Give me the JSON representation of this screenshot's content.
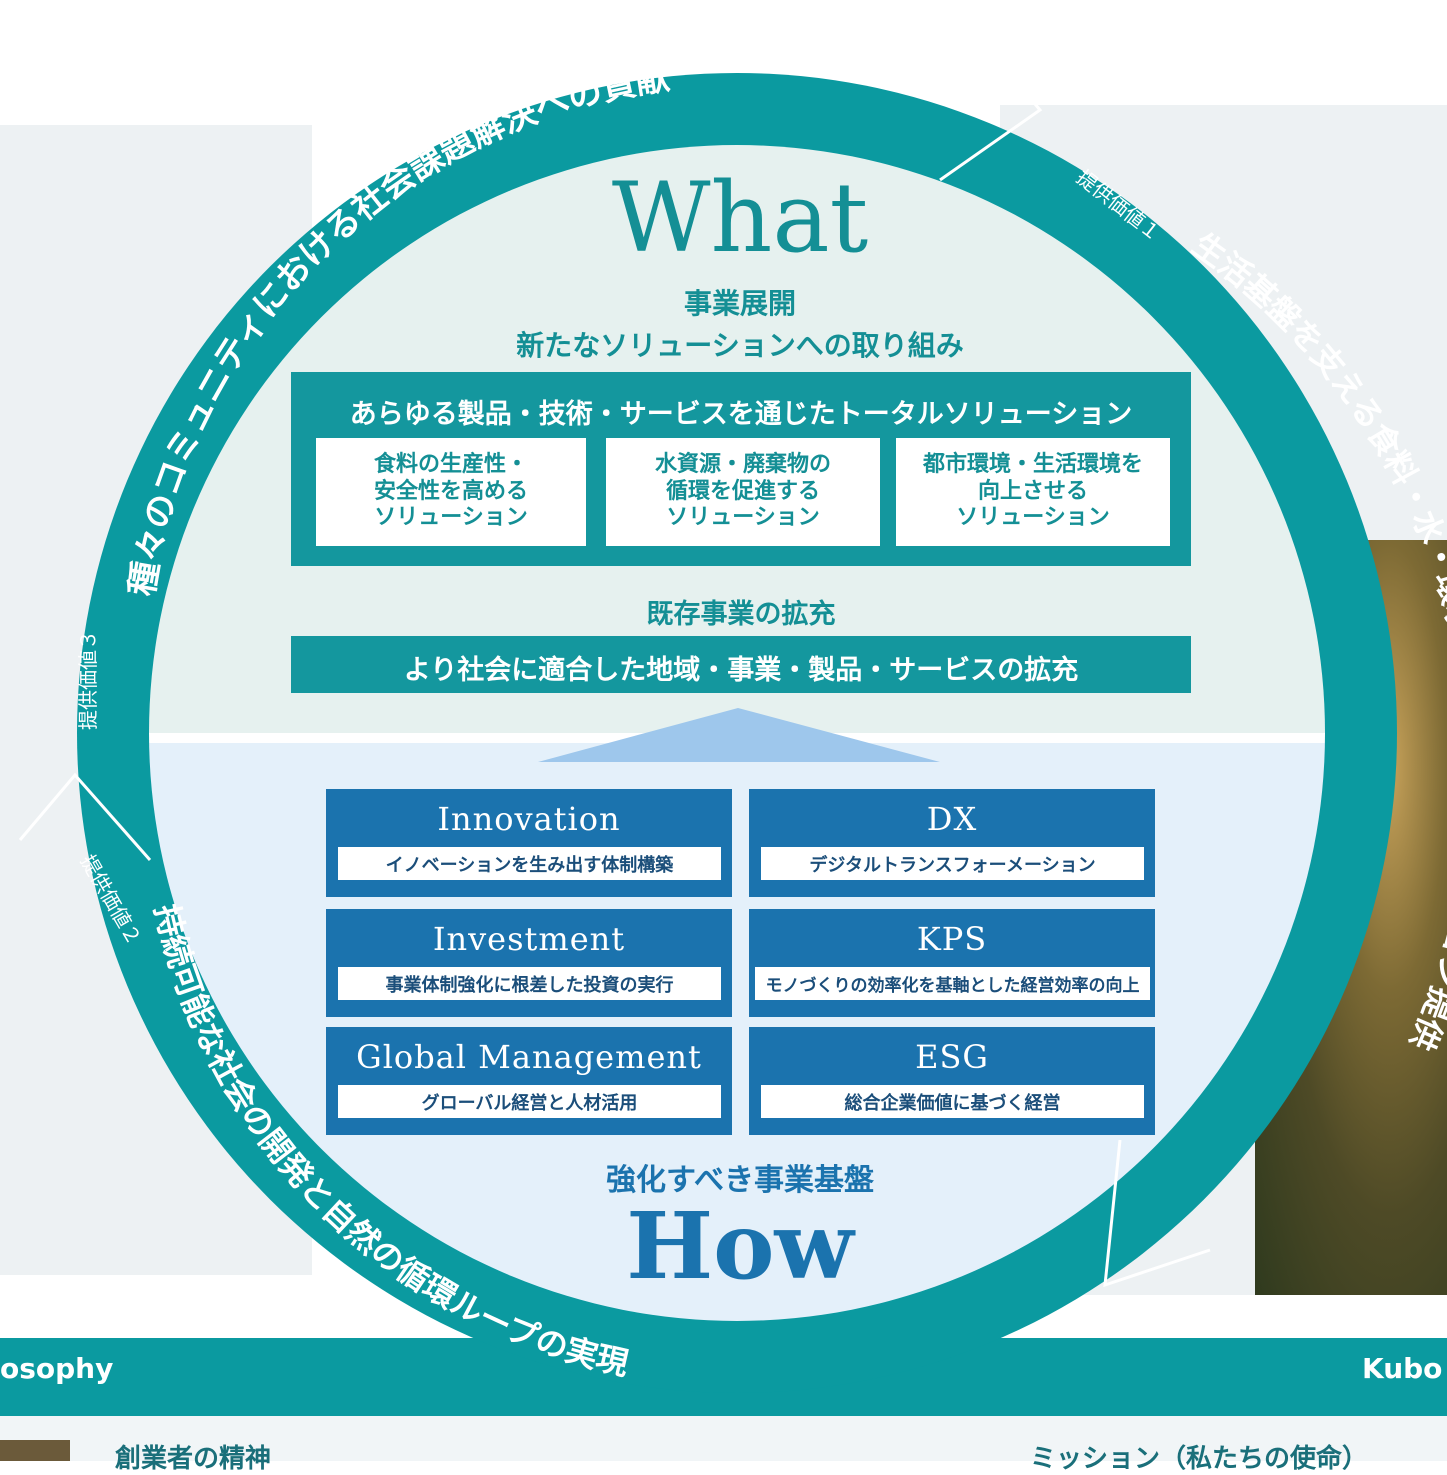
{
  "colors": {
    "teal": "#14979e",
    "ring": "#0b9aa0",
    "blue": "#1b73ae",
    "what_bg": "#e6f1ef",
    "how_bg": "#e4f0fa",
    "arrow": "#9ec7ec"
  },
  "ring": {
    "top_text": "種々のコミュニティにおける社会課題解決への貢献",
    "right_label": "提供価値１",
    "right_text": "生活基盤を支える食料・水・環境領域でのソリューション提供",
    "left_upper_label": "提供価値３",
    "left_lower_label": "提供価値２",
    "bottom_text": "持続可能な社会の開発と自然の循環ループの実現"
  },
  "what": {
    "title": "What",
    "subtitle1": "事業展開",
    "subtitle2": "新たなソリューションへの取り組み",
    "total_solution": "あらゆる製品・技術・サービスを通じたトータルソリューション",
    "solutions": [
      [
        "食料の生産性・",
        "安全性を高める",
        "ソリューション"
      ],
      [
        "水資源・廃棄物の",
        "循環を促進する",
        "ソリューション"
      ],
      [
        "都市環境・生活環境を",
        "向上させる",
        "ソリューション"
      ]
    ],
    "existing_heading": "既存事業の拡充",
    "existing_text": "より社会に適合した地域・事業・製品・サービスの拡充"
  },
  "how": {
    "cards": [
      {
        "title": "Innovation",
        "sub": "イノベーションを生み出す体制構築"
      },
      {
        "title": "DX",
        "sub": "デジタルトランスフォーメーション"
      },
      {
        "title": "Investment",
        "sub": "事業体制強化に根差した投資の実行"
      },
      {
        "title": "KPS",
        "sub": "モノづくりの効率化を基軸とした経営効率の向上"
      },
      {
        "title": "Global Management",
        "sub": "グローバル経営と人材活用"
      },
      {
        "title": "ESG",
        "sub": "総合企業価値に基づく経営"
      }
    ],
    "label": "強化すべき事業基盤",
    "title": "How"
  },
  "bottom": {
    "left_heading": "osophy",
    "right_heading": "Kubo",
    "left_sub": "創業者の精神",
    "right_sub": "ミッション（私たちの使命）"
  }
}
